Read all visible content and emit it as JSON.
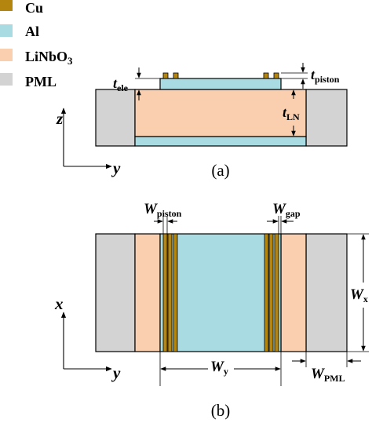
{
  "legend": {
    "items": [
      {
        "label": "Cu",
        "color": "#b5860f"
      },
      {
        "label": "Al",
        "color": "#a9dbe3"
      },
      {
        "label": "LiNbO",
        "sub": "3",
        "color": "#f9cfb0"
      },
      {
        "label": "PML",
        "color": "#d3d3d3"
      }
    ]
  },
  "panel_a": {
    "caption": "(a)",
    "axis_z": "z",
    "axis_y": "y",
    "t_ele": {
      "main": "t",
      "sub": "ele"
    },
    "t_piston": {
      "main": "t",
      "sub": "piston"
    },
    "t_LN": {
      "main": "t",
      "sub": "LN"
    }
  },
  "panel_b": {
    "caption": "(b)",
    "axis_x": "x",
    "axis_y": "y",
    "W_piston": {
      "main": "W",
      "sub": "piston"
    },
    "W_gap": {
      "main": "W",
      "sub": "gap"
    },
    "W_x": {
      "main": "W",
      "sub": "x"
    },
    "W_y": {
      "main": "W",
      "sub": "y"
    },
    "W_PML": {
      "main": "W",
      "sub": "PML"
    }
  },
  "colors": {
    "cu": "#b5860f",
    "al": "#a9dbe3",
    "linbo3": "#f9cfb0",
    "pml": "#d3d3d3",
    "stroke": "#000000"
  }
}
